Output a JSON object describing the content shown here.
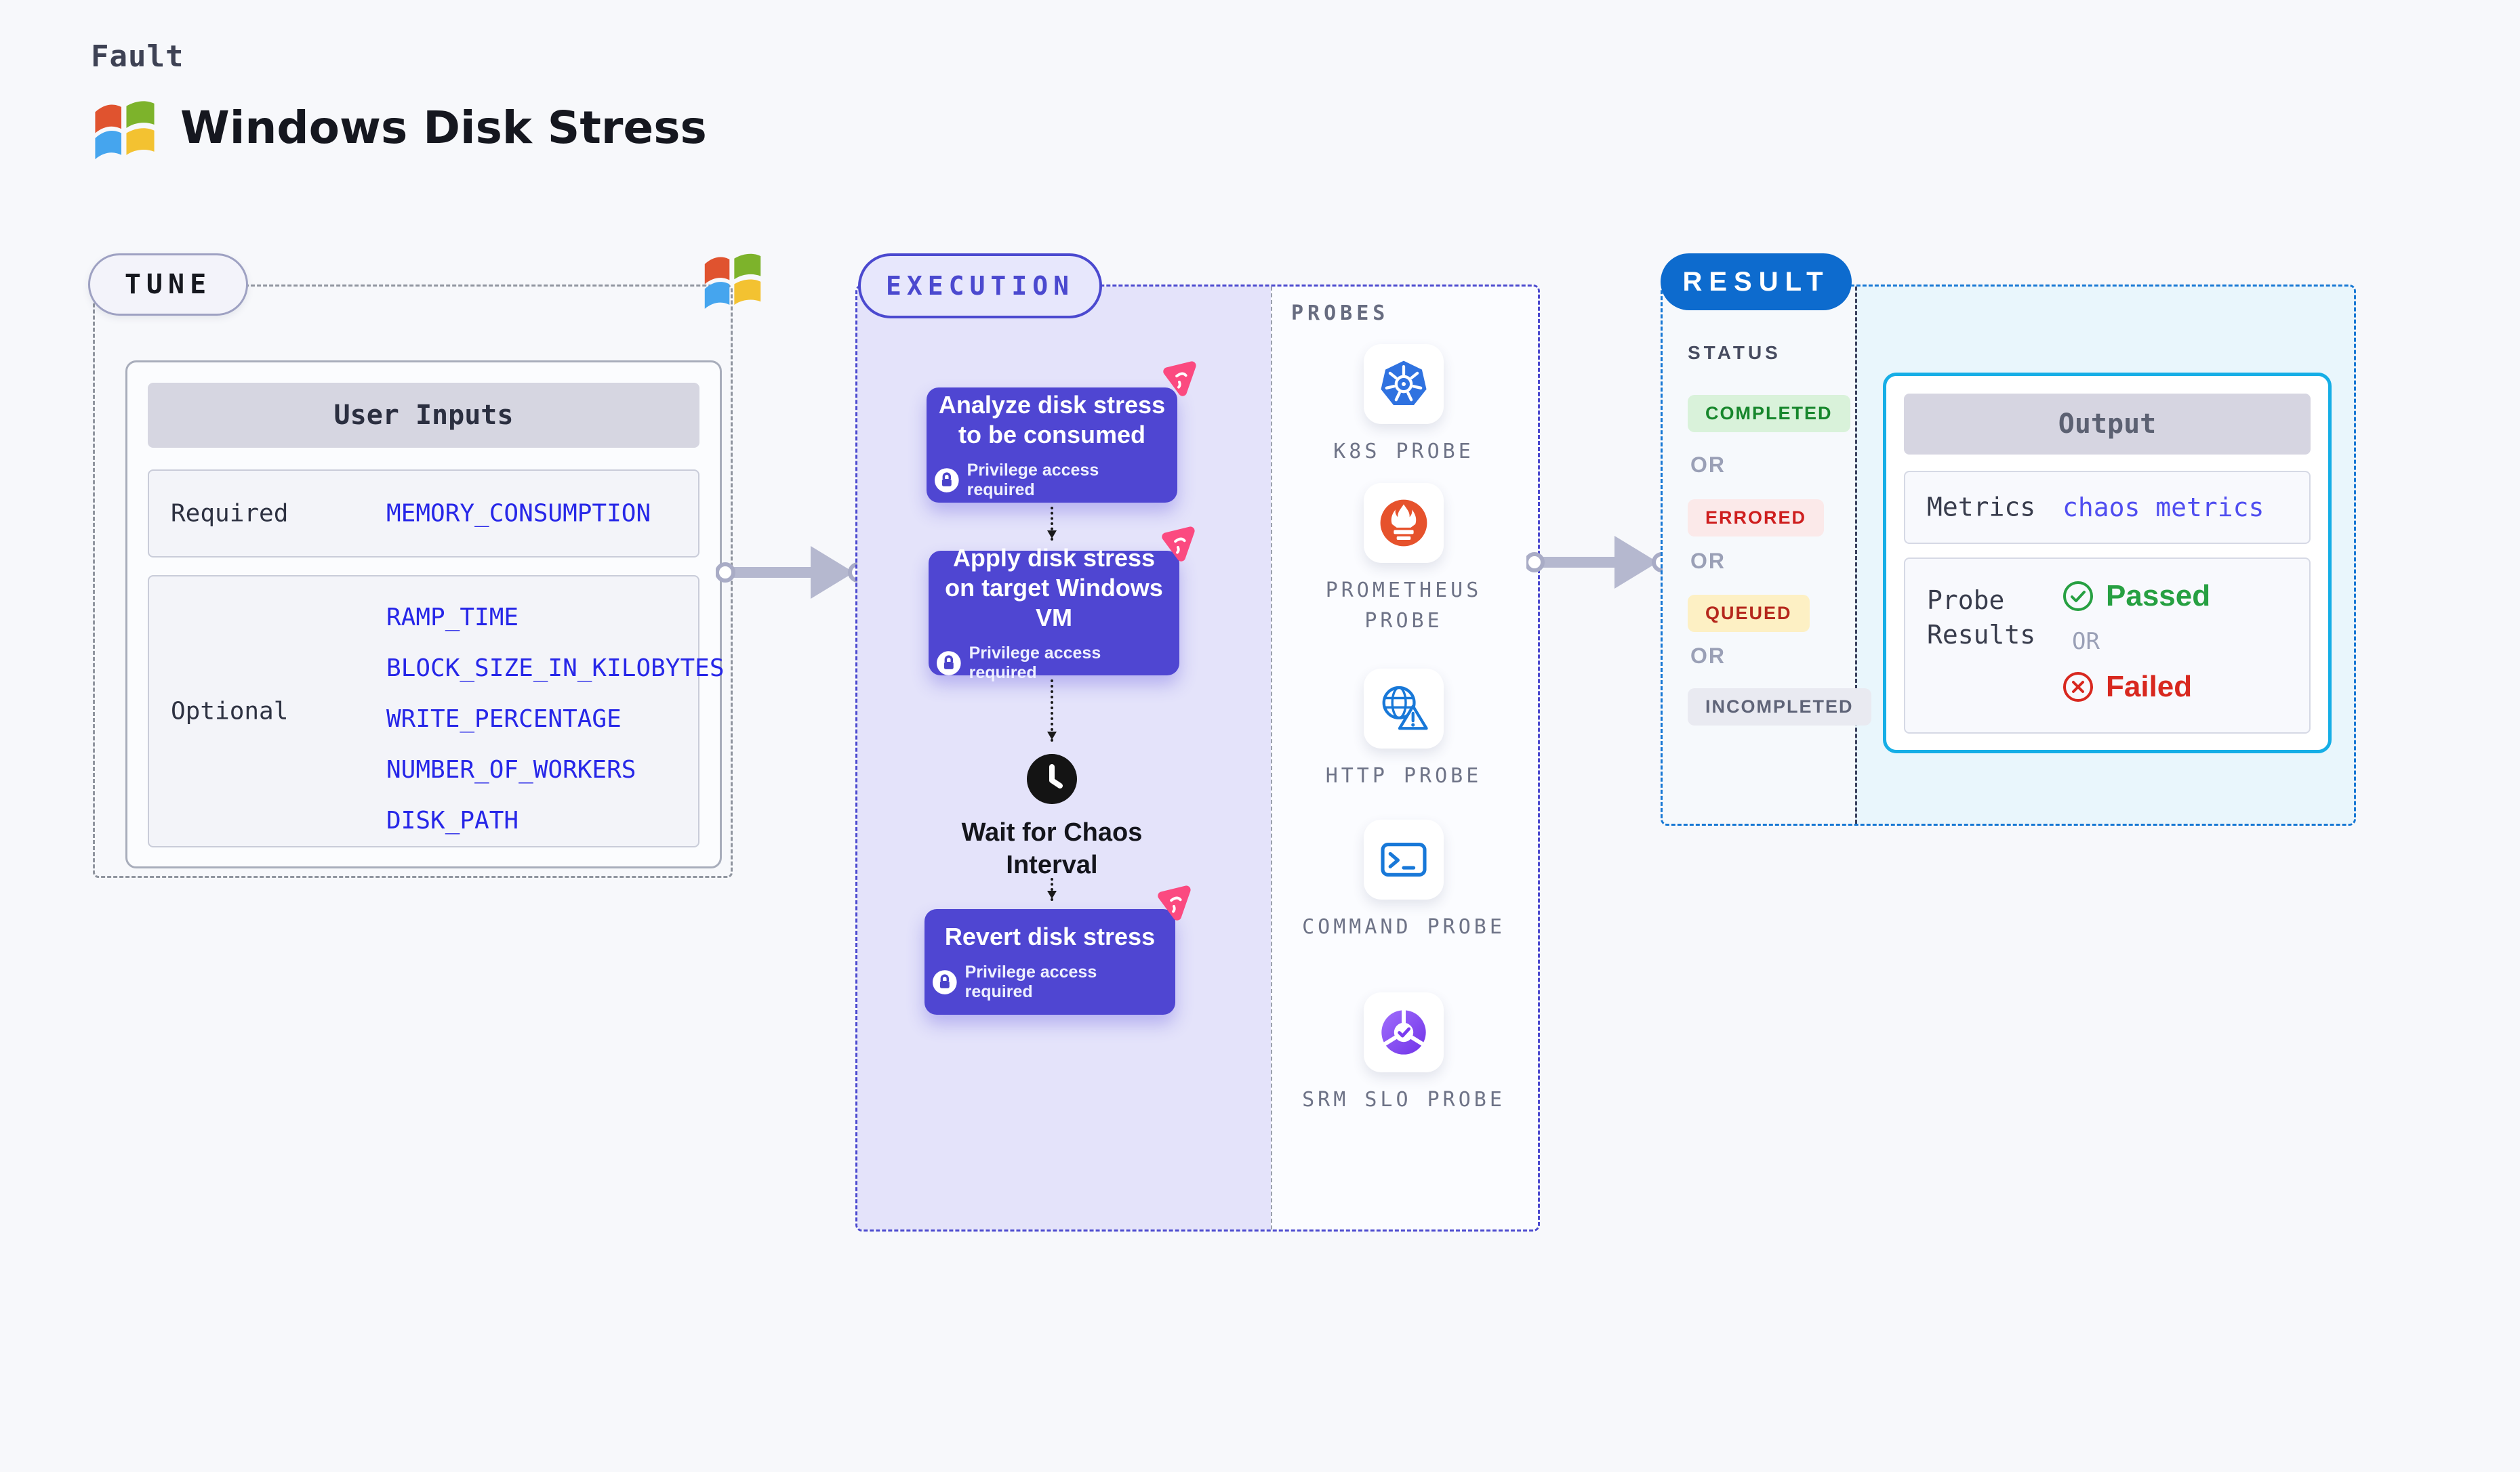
{
  "header": {
    "eyebrow": "Fault",
    "title": "Windows Disk Stress"
  },
  "tune": {
    "badge": "TUNE",
    "table_title": "User Inputs",
    "required_label": "Required",
    "required_params": [
      "MEMORY_CONSUMPTION"
    ],
    "optional_label": "Optional",
    "optional_params": [
      "RAMP_TIME",
      "BLOCK_SIZE_IN_KILOBYTES",
      "WRITE_PERCENTAGE",
      "NUMBER_OF_WORKERS",
      "DISK_PATH"
    ]
  },
  "execution": {
    "badge": "EXECUTION",
    "privilege_label": "Privilege access required",
    "steps": [
      {
        "title": "Analyze disk stress to be consumed"
      },
      {
        "title": "Apply disk stress on target Windows VM"
      },
      {
        "title": "Revert disk stress"
      }
    ],
    "wait_label": "Wait for Chaos Interval"
  },
  "probes": {
    "title": "PROBES",
    "items": [
      {
        "label": "K8S PROBE",
        "icon": "kubernetes-icon"
      },
      {
        "label": "PROMETHEUS PROBE",
        "icon": "prometheus-icon"
      },
      {
        "label": "HTTP PROBE",
        "icon": "http-globe-icon"
      },
      {
        "label": "COMMAND PROBE",
        "icon": "command-terminal-icon"
      },
      {
        "label": "SRM SLO PROBE",
        "icon": "srm-slo-icon"
      }
    ]
  },
  "result": {
    "badge": "RESULT",
    "status_label": "STATUS",
    "or_label": "OR",
    "statuses": [
      {
        "label": "COMPLETED",
        "bg": "#d9f2da",
        "color": "#17862c"
      },
      {
        "label": "ERRORED",
        "bg": "#fbe9e9",
        "color": "#ce1e1e"
      },
      {
        "label": "QUEUED",
        "bg": "#fdf0c4",
        "color": "#b5271c"
      },
      {
        "label": "INCOMPLETED",
        "bg": "#e9eaf1",
        "color": "#5f6478"
      }
    ],
    "output": {
      "title": "Output",
      "metrics_label": "Metrics",
      "metrics_value": "chaos metrics",
      "probe_results_label": "Probe Results",
      "passed_label": "Passed",
      "failed_label": "Failed"
    }
  },
  "colors": {
    "page_bg": "#f7f8fb",
    "step_card": "#4f46d2",
    "execution_accent": "#4b49cf",
    "execution_bg": "#e4e3fa",
    "result_accent": "#1778d4",
    "result_pill": "#0d6bce",
    "output_border": "#16aee6",
    "param_text": "#2626e8",
    "metrics_value_text": "#504ef0",
    "passed_green": "#27a042",
    "failed_red": "#d8281f",
    "chaos_flag_pink": "#fb4a80"
  }
}
